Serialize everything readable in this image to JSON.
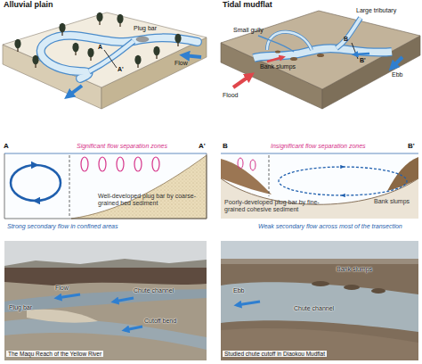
{
  "diagram": {
    "labels": [
      "Alluvial plain",
      "Tidal mudflat",
      "Large tributary",
      "Small gully",
      "Bank slumps",
      "Flow",
      "A",
      "A'",
      "Plug bar",
      "B",
      "B'",
      "Ebb",
      "Flood",
      "A",
      "Significant flow separation zones",
      "A'",
      "B",
      "Insignificant flow separation zones",
      "B'",
      "Well-developed plug bar by coarse-grained bed sediment",
      "Poorly-developed plug bar by fine-grained cohesive sediment",
      "Bank slumps",
      "Strong secondary flow in confined areas",
      "Weak secondary flow across most of the transection",
      "Flow",
      "Chute channel",
      "Plug bar",
      "Cutoff bend",
      "The Maqu Reach of the Yellow River",
      "Ebb",
      "Bank slumps",
      "Chute channel",
      "Studied chute cutoff in Diaokou Mudflat"
    ]
  }
}
